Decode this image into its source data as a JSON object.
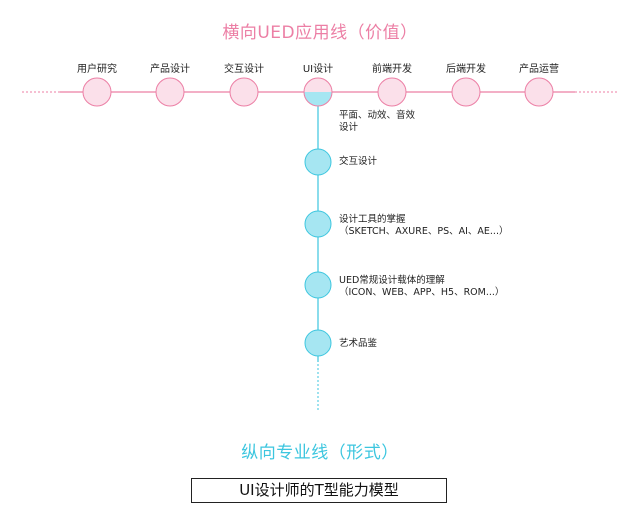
{
  "horizontal_title": "横向UED应用线（价值）",
  "vertical_title": "纵向专业线（形式）",
  "footer_title": "UI设计师的T型能力模型",
  "colors": {
    "horizontal": "#ec7fa5",
    "horizontal_fill": "#fbe0ea",
    "vertical": "#3cc6df",
    "vertical_fill": "#a6e6f2"
  },
  "stages": [
    {
      "label": "用户研究"
    },
    {
      "label": "产品设计"
    },
    {
      "label": "交互设计"
    },
    {
      "label": "UI设计"
    },
    {
      "label": "前端开发"
    },
    {
      "label": "后端开发"
    },
    {
      "label": "产品运营"
    }
  ],
  "skills": [
    {
      "lines": [
        "平面、动效、音效",
        "设计"
      ]
    },
    {
      "lines": [
        "交互设计"
      ]
    },
    {
      "lines": [
        "设计工具的掌握",
        "（SKETCH、AXURE、PS、AI、AE...）"
      ]
    },
    {
      "lines": [
        "UED常规设计载体的理解",
        "（ICON、WEB、APP、H5、ROM...）"
      ]
    },
    {
      "lines": [
        "艺术品鉴"
      ]
    }
  ]
}
